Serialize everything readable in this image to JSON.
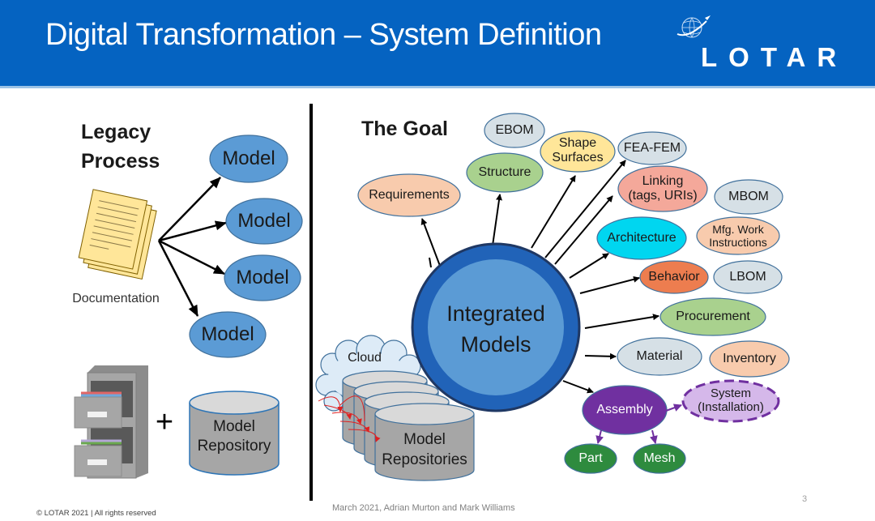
{
  "header": {
    "title": "Digital Transformation – System Definition",
    "logo_text": "LOTAR",
    "logo_icon": "globe-orbit-icon",
    "background_color": "#0563c1"
  },
  "legacy": {
    "heading_line1": "Legacy",
    "heading_line2": "Process",
    "documentation_label": "Documentation",
    "documentation_icon": "documents-stack-icon",
    "models": [
      "Model",
      "Model",
      "Model",
      "Model"
    ],
    "cabinet_icon": "filing-cabinet-icon",
    "plus": "+",
    "repository_line1": "Model",
    "repository_line2": "Repository"
  },
  "goal": {
    "heading": "The Goal",
    "center_line1": "Integrated",
    "center_line2": "Models",
    "cloud_label": "Cloud",
    "repositories_line1": "Model",
    "repositories_line2": "Repositories",
    "nodes": {
      "ebom": "EBOM",
      "shape_l1": "Shape",
      "shape_l2": "Surfaces",
      "structure": "Structure",
      "requirements": "Requirements",
      "feafem": "FEA-FEM",
      "linking_l1": "Linking",
      "linking_l2": "(tags, URIs)",
      "mbom": "MBOM",
      "architecture": "Architecture",
      "mfg_l1": "Mfg. Work",
      "mfg_l2": "Instructions",
      "behavior": "Behavior",
      "lbom": "LBOM",
      "procurement": "Procurement",
      "material": "Material",
      "inventory": "Inventory",
      "assembly": "Assembly",
      "system_l1": "System",
      "system_l2": "(Installation)",
      "part": "Part",
      "mesh": "Mesh"
    }
  },
  "footer": {
    "copyright": "© LOTAR 2021 | All rights reserved",
    "authors": "March 2021, Adrian Murton and Mark Williams",
    "page_number": "3"
  }
}
